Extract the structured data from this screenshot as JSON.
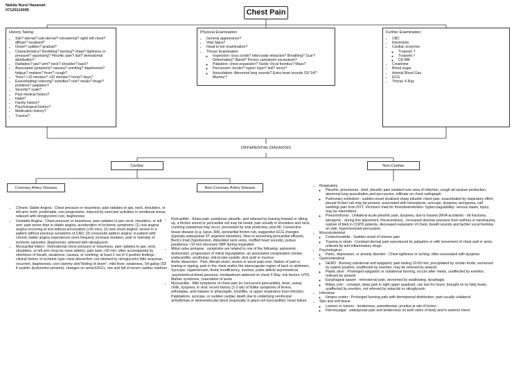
{
  "author": {
    "name": "Nabila Nurul Hasanah",
    "id": "07120110095"
  },
  "title": "Chest Pain",
  "history": {
    "heading": "History Taking",
    "items": [
      "Site? sternal? sub-sternal? retrosternal? right/ left chest? diffuse? localized?",
      "Onset? sudden? gradual?",
      "Characteristics? throbbing? burning? sharp? tightness or pressure? squeezing? Pleuritic pain? dull? dermatomal distribution?",
      "Radiation? jaw? arm? neck? shoulder? back?",
      "Associated symptoms? nausea? vomiting? diaphoresis? fatigue? malaise? fever? cough?",
      "Time? <10 minutes? >20 minutes? hours? days?",
      "Exacerbating/ relieving? activities? rest? meals? drugs? positions? palpation?",
      "Severity? scale?",
      "Past medical history?",
      "Habit?",
      "Family history?",
      "Psychological history?",
      "Medication history?",
      "Trauma?"
    ]
  },
  "exam": {
    "heading": "Physical Examination",
    "items": [
      "General appearance?",
      "Vital Signs?",
      "Head to toe examination?",
      "Thorax Examination"
    ],
    "thorax": [
      "Inspection: ictus cordis? intercostal retraction? Breathing? Scar? Deformation? Barrel? Pectus carinatum/ excavatum?",
      "Palpation: chest expansion? Tactile Vocal fremitus? Mass?",
      "Percussion: border? hyper/ hypo? dull? sonor?",
      "Auscultation: Abnormal lung sounds? Extra heart sounds S3/ S4? Murmur?"
    ]
  },
  "further": {
    "heading": "Further Examination",
    "items_a": [
      "CBC",
      "Electrolyte",
      "Cardiac enzymes"
    ],
    "enzymes": [
      "Troponin T",
      "Troponin I",
      "CK-MB"
    ],
    "items_b": [
      "Creatinine",
      "Blood sugar",
      "Arterial Blood Gas",
      "ECG",
      "Thorax X-Ray"
    ]
  },
  "ddx": "DIFFERENTIAL DIAGNOSIS",
  "cardiac": "Cardiac",
  "noncardiac": "Non-Cardiac",
  "cad": {
    "label": "Coronary Artery Disease",
    "items": [
      "Chronic Stable Angina : Chest pressure or heaviness; pain radiates to jaw, neck, shoulders, or left arm; brief, predictable, non-progressive, induced by exercise/ activities or emotional stress, relieved with nitroglycerin/ rest, diaphoresis",
      "Unstable Angina : Chest pressure or heaviness; pain radiates to jaw, neck, shoulders, or left arm; pain worse than in stable angina; acceleration of ischemic symptoms: (1) rest angina: angina occurring at rest without provocation (>20 min); (2) new onset angina: severe in a patient without previous symptoms of CAD; (3) crescendo pattern angina: in patient with chronic stable angina experiences more frequent, increase duration, and/ or intensity of ischemic episodes; diaphoresis; relieved with nitroglycerin",
      "Myocardial Infarct : Retrosternal chest pressure or heaviness; pain radiates to jaw, neck, shoulders, or left arm (may be more widely); pain lasts >30 min; often accompanied by shortness of breath, weakness, nausea, or vomiting; at least 2 out of 3 positive findings - clinical history of ischemic type chest discomfort, not relieved by nitroglycerin/ little response, recurrent, diaphoresis, cool clammy skin\"feeling of doom\", mild fever, weakness, S4 gallop (S3 if systolic dysfunction present), changes on serial EKG's, rise and fall of serum cardiac markers"
    ]
  },
  "noncad": {
    "label": "Non-Coronary Artery Disease",
    "items": [
      "Pericarditis : Sharp pain, positional, pleuritic, and relieved by leaning forward or sitting up, a friction sound or pericardial rub may be heard, pain usually in shoulders and neck, crushing substernal may occur, preceeded by viral prodroma, post MI, Connective tissue disease (e.g. lupus, RA), pericardial friction rub, suggestive ECG changes (typically widespread ST segment elevation), New or worsening pericardial effusion, Beck's triad (hypotension, distended neck veins, muffled heart sounds), pulsus paradoxus >10 mm decrease SBP during inspiration",
      "Mitral valve prolapse : symptoms are related to one of the following: autonomic dysfunction, progression of mitral regurgitation, an associated complication (stroke, endocarditis, arrythmia); mid-to-late systolic click and/ or murmur",
      "Aortic dissection : Pain, Abrupt onset, severe or worst pain ever, Nature of pain is tearing or ripping, pain in the chest and/or the interscapular region of back or abdomen, Syncope, Hypertension, Aortic insufficiency, murmur, pulse deficit/ asymmetrical ,asymmetrical blood pressure, mediastinum widened on chest X-Ray, risk factors: HTN, Marfan syndrome, coarctation of aorta",
      "Myocarditis : Mild symptoms of chest pain (in concurrent pericarditis), fever, sweat, chills, dyspnea; in viral: recent history (1-2 wk) of flulike symptoms of fevers, arthralgias, and malaise or pharyngitis, tonsillitis, or upper respiratory tract infection; Palpitations, syncope, or sudden cardiac death due to underlying ventricular arrhythmias or atrioventricular block (especially in giant-cell myocarditis); heart failure"
    ]
  },
  "noncardiac_list": [
    {
      "cat": "Respiratory",
      "items": [
        "Pleuritis, pneumonia : brief, pleuritic pain isolated over area of infection, cough ad sputum production, abnormal lung auscultation and percussion, infiltrate on chest radiograph",
        "Pulmonary embolism : sudden-onset localized sharp pleuritic chest pain, exacerbated by inspiratory effort, pleural friction rub may be present, associated with hemoptysis, syncope, dyspnea, tachypnea, calf swelling/ pain from DVT, Virchow's triad for thromboembolism- hypercoagulability- venous stasis, injury, may be intermittent",
        "Pneumothorax : Unilateral acute pleuritic pain, dyspnea, due to trauma (MVA accidents - rib fractures, iatrogenic - during line placement, thoracentesis) , increased alveolar pressure from asthma or barotrauma, rupture of bleb in COPD patients, decreased expansion of chest, breath sounds and tactile/ vocal fremitus on side, hyperresonant percussion"
      ]
    },
    {
      "cat": "Musculoskeletal",
      "items": [
        "Costochondritis : Sudden onset of intense pain",
        "Trauma or strain : Constant dermal pain reproduced by palpation or with movement of chest wall or arms, relieved by anti-inflammatory drugs"
      ]
    },
    {
      "cat": "Psychological",
      "items": [
        "Panic, depression, or anxiety disorder : Chest tightness or aching; often associated with dyspnea"
      ]
    },
    {
      "cat": "Gastrointestinal",
      "items": [
        "GERD : Burning substernal and epigastric pain lasting 10-60 min, precipitated by certain foods, worsened by supine position, unaffected by exertion, may be relieved by antacid",
        "Peptic ulcer : Prolonged epigastric or substernal burning, occurs after meals, unaffected by exertion, relieved by antacid",
        "Esophageal spasm : retrosternal pain, worsened by swallowing, dysphagia",
        "Biliary colic : constant, deep pain in right upper quadrant, can last for hours, brought on by fatty foods, unaffected by exertion, not relieved by antacids or nitroglycerin"
      ]
    },
    {
      "cat": "Infectious",
      "items": [
        "Herpes zoster : Prolonged burning pain with dermatomal distribution; pain usually unilateral"
      ]
    },
    {
      "cat": "Skin and soft tissue",
      "items": [
        "Lesions or tumors : tenderness, paresthesias, pruritus at site of lesion",
        "Fibromyalgia : widespread pain and tenderness on both sides of body and in anterior chest"
      ]
    }
  ]
}
